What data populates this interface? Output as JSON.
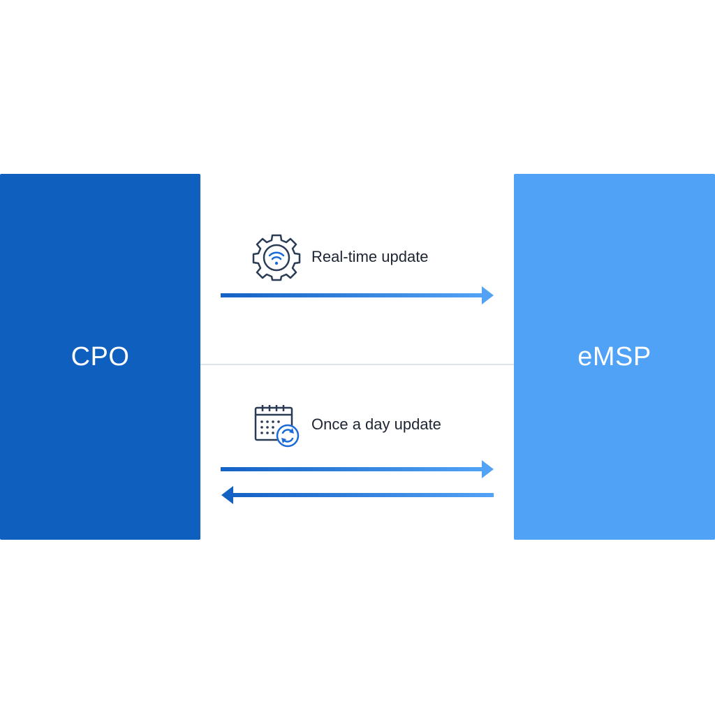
{
  "diagram": {
    "left_block": {
      "label": "CPO",
      "color": "#0f5fbf"
    },
    "right_block": {
      "label": "eMSP",
      "color": "#50a2f6"
    },
    "connections": [
      {
        "label": "Real-time update",
        "icon": "gear-wifi-icon",
        "direction": "left-to-right"
      },
      {
        "label": "Once a day update",
        "icon": "calendar-sync-icon",
        "direction": "bidirectional"
      }
    ],
    "colors": {
      "arrow_start": "#1461c4",
      "arrow_end": "#52a3f6",
      "icon_dark": "#2a3b55",
      "icon_accent": "#1a6ad8",
      "divider": "#dfe4ec"
    }
  }
}
